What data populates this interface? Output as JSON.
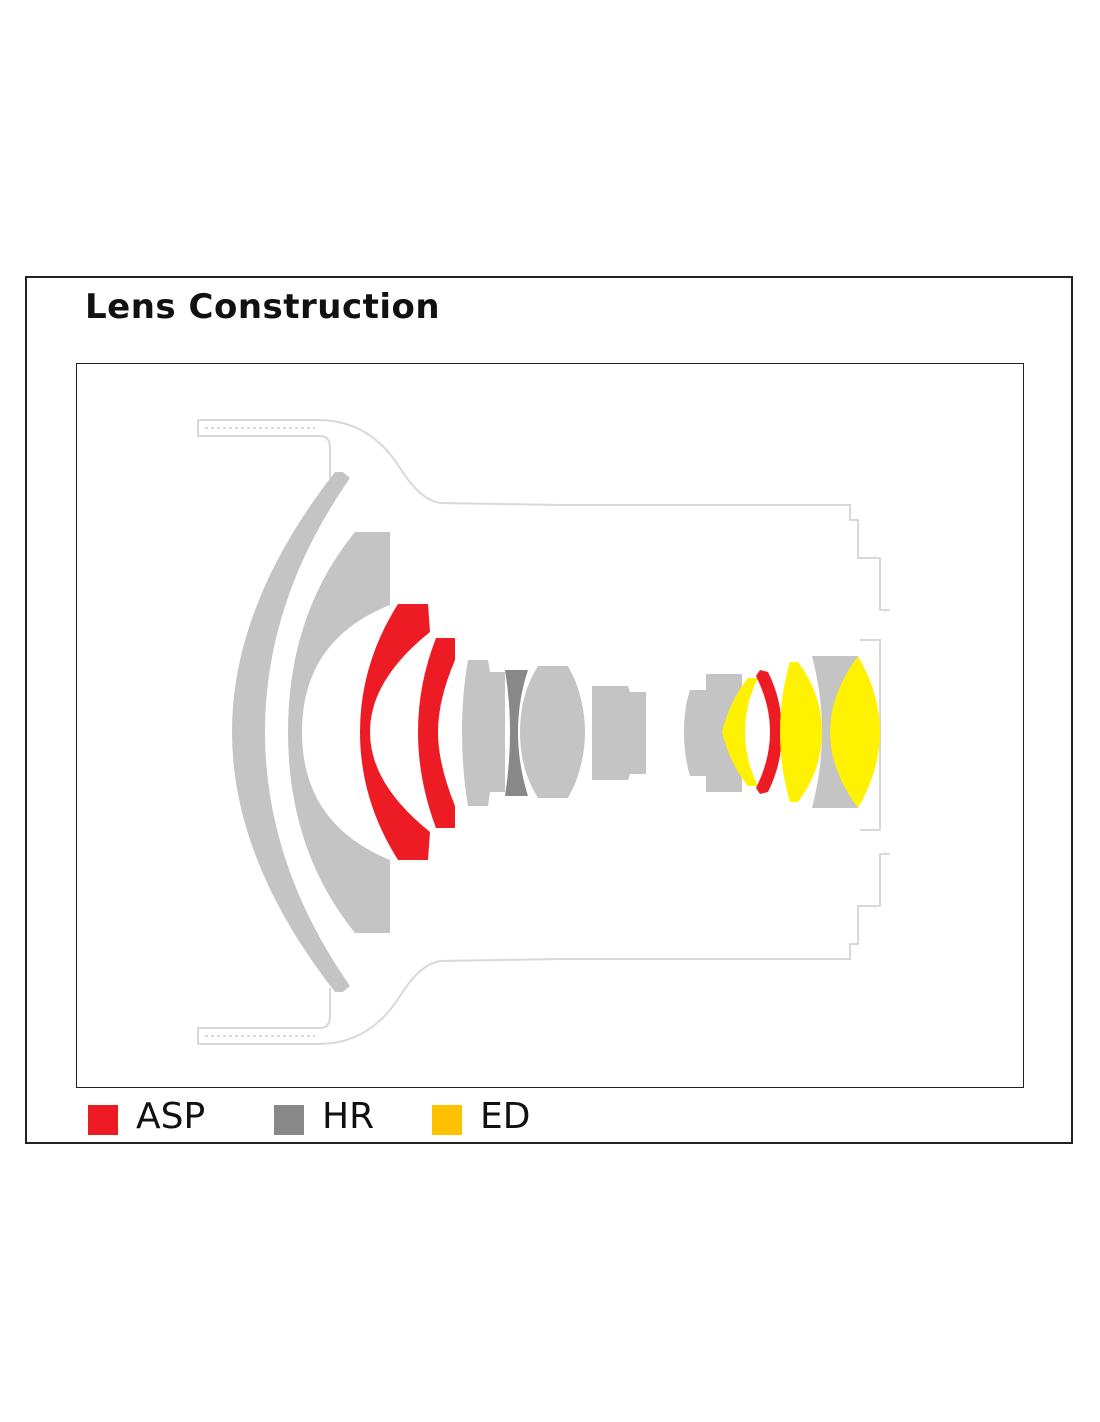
{
  "title": "Lens Construction",
  "colors": {
    "asp": "#ed1c24",
    "hr": "#888888",
    "ed": "#fff200",
    "ed_swatch": "#ffc000",
    "glass": "#c4c4c4",
    "barrel": "#d8d8d8"
  },
  "legend": [
    {
      "label": "ASP",
      "color": "#ed1c24"
    },
    {
      "label": "HR",
      "color": "#888888"
    },
    {
      "label": "ED",
      "color": "#ffc000"
    }
  ]
}
